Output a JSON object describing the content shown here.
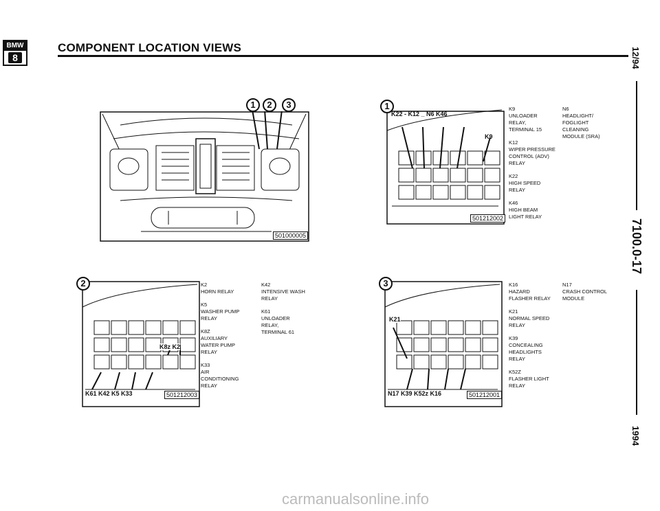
{
  "header": {
    "logo_top": "BMW",
    "logo_bottom": "8",
    "title": "COMPONENT LOCATION VIEWS"
  },
  "side_margin": {
    "date": "12/94",
    "page_number": "7100.0-17",
    "year": "1994"
  },
  "engine_view": {
    "callouts": [
      "1",
      "2",
      "3"
    ],
    "part_number": "501000005"
  },
  "panel_1": {
    "number": "1",
    "callout_line": "K22 - K12 _ N6  K46",
    "callout_k9": "K9",
    "part_number": "501212002",
    "col1": [
      {
        "code": "K9",
        "desc": [
          "UNLOADER",
          "RELAY,",
          "TERMINAL 15"
        ]
      },
      {
        "code": "K12",
        "desc": [
          "WIPER PRESSURE",
          "CONTROL (ADV)",
          "RELAY"
        ]
      },
      {
        "code": "K22",
        "desc": [
          "HIGH SPEED",
          "RELAY"
        ]
      },
      {
        "code": "K46",
        "desc": [
          "HIGH BEAM",
          "LIGHT RELAY"
        ]
      }
    ],
    "col2": [
      {
        "code": "N6",
        "desc": [
          "HEADLIGHT/",
          "FOGLIGHT",
          "CLEANING",
          "MODULE (SRA)"
        ]
      }
    ]
  },
  "panel_2": {
    "number": "2",
    "callout_top": "K8z  K2",
    "callout_bottom": "K61  K42  K5  K33",
    "part_number": "501212003",
    "col1": [
      {
        "code": "K2",
        "desc": [
          "HORN RELAY"
        ]
      },
      {
        "code": "K5",
        "desc": [
          "WASHER PUMP",
          "RELAY"
        ]
      },
      {
        "code": "K8z",
        "desc": [
          "AUXILIARY",
          "WATER PUMP",
          "RELAY"
        ]
      },
      {
        "code": "K33",
        "desc": [
          "AIR",
          "CONDITIONING",
          "RELAY"
        ]
      }
    ],
    "col2": [
      {
        "code": "K42",
        "desc": [
          "INTENSIVE WASH",
          "RELAY"
        ]
      },
      {
        "code": "K61",
        "desc": [
          "UNLOADER",
          "RELAY,",
          "TERMINAL 61"
        ]
      }
    ]
  },
  "panel_3": {
    "number": "3",
    "callout_top": "K21",
    "callout_bottom": "N17  K39  K52z  K16",
    "part_number": "501212001",
    "col1": [
      {
        "code": "K16",
        "desc": [
          "HAZARD",
          "FLASHER RELAY"
        ]
      },
      {
        "code": "K21",
        "desc": [
          "NORMAL SPEED",
          "RELAY"
        ]
      },
      {
        "code": "K39",
        "desc": [
          "CONCEALING",
          "HEADLIGHTS",
          "RELAY"
        ]
      },
      {
        "code": "K52z",
        "desc": [
          "FLASHER LIGHT",
          "RELAY"
        ]
      }
    ],
    "col2": [
      {
        "code": "N17",
        "desc": [
          "CRASH CONTROL",
          "MODULE"
        ]
      }
    ]
  },
  "watermark": "carmanualsonline.info"
}
